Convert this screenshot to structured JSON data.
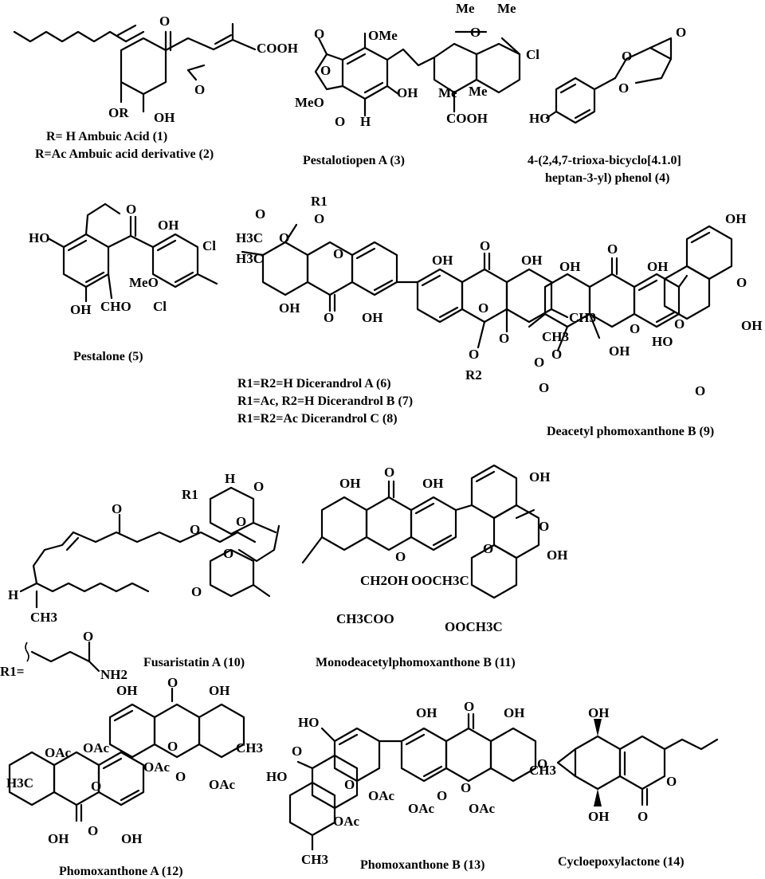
{
  "compounds": [
    {
      "id": 1,
      "caption_lines": [
        "R= H Ambuic Acid (1)",
        "R=Ac Ambuic acid derivative (2)"
      ]
    },
    {
      "id": 3,
      "caption_lines": [
        "Pestalotiopen A (3)"
      ]
    },
    {
      "id": 4,
      "caption_lines": [
        "4-(2,4,7-trioxa-bicyclo[4.1.0]",
        "heptan-3-yl) phenol (4)"
      ]
    },
    {
      "id": 5,
      "caption_lines": [
        "Pestalone (5)"
      ]
    },
    {
      "id": 6,
      "caption_lines": [
        "R1=R2=H Dicerandrol A (6)",
        "R1=Ac, R2=H Dicerandrol B (7)",
        "R1=R2=Ac Dicerandrol C (8)"
      ]
    },
    {
      "id": 9,
      "caption_lines": [
        "Deacetyl phomoxanthone B (9)"
      ]
    },
    {
      "id": 10,
      "caption_lines": [
        "Fusaristatin A (10)"
      ],
      "substituent_label": "R1="
    },
    {
      "id": 11,
      "caption_lines": [
        "Monodeacetylphomoxanthone B (11)"
      ]
    },
    {
      "id": 12,
      "caption_lines": [
        "Phomoxanthone A (12)"
      ]
    },
    {
      "id": 13,
      "caption_lines": [
        "Phomoxanthone B (13)"
      ]
    },
    {
      "id": 14,
      "caption_lines": [
        "Cycloepoxylactone (14)"
      ]
    }
  ],
  "atom_labels": {
    "c1": [
      "O",
      "COOH",
      "OR",
      "OH",
      "O"
    ],
    "c3": [
      "OMe",
      "O",
      "O",
      "MeO",
      "H",
      "O",
      "OH",
      "Me",
      "Me",
      "O",
      "Cl",
      "Me",
      "Me",
      "COOH"
    ],
    "c4": [
      "O",
      "O",
      "O",
      "HO"
    ],
    "c5": [
      "HO",
      "OH",
      "O",
      "OH",
      "Cl",
      "MeO",
      "CHO",
      "Cl"
    ],
    "c6": [
      "O",
      "H3C",
      "O",
      "R1",
      "O",
      "H3C",
      "O",
      "OH",
      "O",
      "OH",
      "OH",
      "O",
      "OH",
      "O",
      "CH3",
      "O",
      "O",
      "O",
      "CH3",
      "R2"
    ],
    "c9": [
      "OH",
      "O",
      "OH",
      "OH",
      "O",
      "OH",
      "O",
      "OH",
      "HO",
      "O",
      "O",
      "O",
      "O"
    ],
    "c10": [
      "H",
      "R1",
      "O",
      "O",
      "O",
      "O",
      "O",
      "O",
      "H",
      "CH3",
      "O",
      "NH2"
    ],
    "c11": [
      "OH",
      "O",
      "OH",
      "OH",
      "O",
      "OH",
      "O",
      "O",
      "CH2OH",
      "OOCH3C",
      "CH3COO",
      "OOCH3C"
    ],
    "c12": [
      "OH",
      "O",
      "OH",
      "OAc",
      "OAc",
      "H3C",
      "O",
      "O",
      "CH3",
      "OAc",
      "O",
      "OAc",
      "OH",
      "O",
      "OH"
    ],
    "c13": [
      "HO",
      "O",
      "OH",
      "O",
      "OH",
      "HO",
      "O",
      "OAc",
      "CH3",
      "OAc",
      "O",
      "OAc",
      "O",
      "OAc",
      "CH3"
    ],
    "c14": [
      "OH",
      "O",
      "O",
      "OH",
      "O"
    ]
  }
}
